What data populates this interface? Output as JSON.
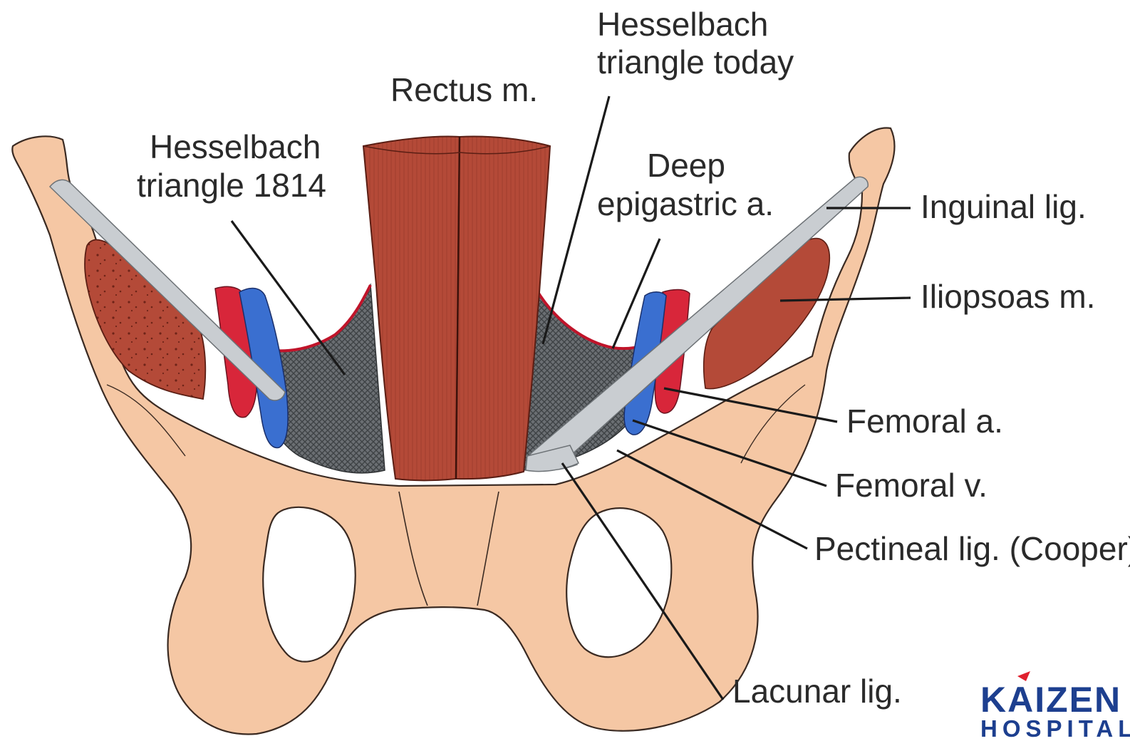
{
  "labels": {
    "hesselbach_today_1": "Hesselbach",
    "hesselbach_today_2": "triangle today",
    "rectus": "Rectus m.",
    "hesselbach_1814_1": "Hesselbach",
    "hesselbach_1814_2": "triangle 1814",
    "deep_epigastric_1": "Deep",
    "deep_epigastric_2": "epigastric a.",
    "inguinal": "Inguinal lig.",
    "iliopsoas": "Iliopsoas m.",
    "femoral_a": "Femoral a.",
    "femoral_v": "Femoral v.",
    "pectineal": "Pectineal lig. (Cooper)",
    "lacunar": "Lacunar lig."
  },
  "logo": {
    "top": "KAIZEN",
    "bottom": "HOSPITAL"
  },
  "colors": {
    "bone": "#f5c7a4",
    "muscle": "#b44a38",
    "artery": "#d8263a",
    "vein": "#3a6fd0",
    "ligament": "#c9cdd1",
    "fascia_mesh": "#5e6266",
    "logo": "#1d3f8f",
    "logo_accent": "#e0202e"
  }
}
